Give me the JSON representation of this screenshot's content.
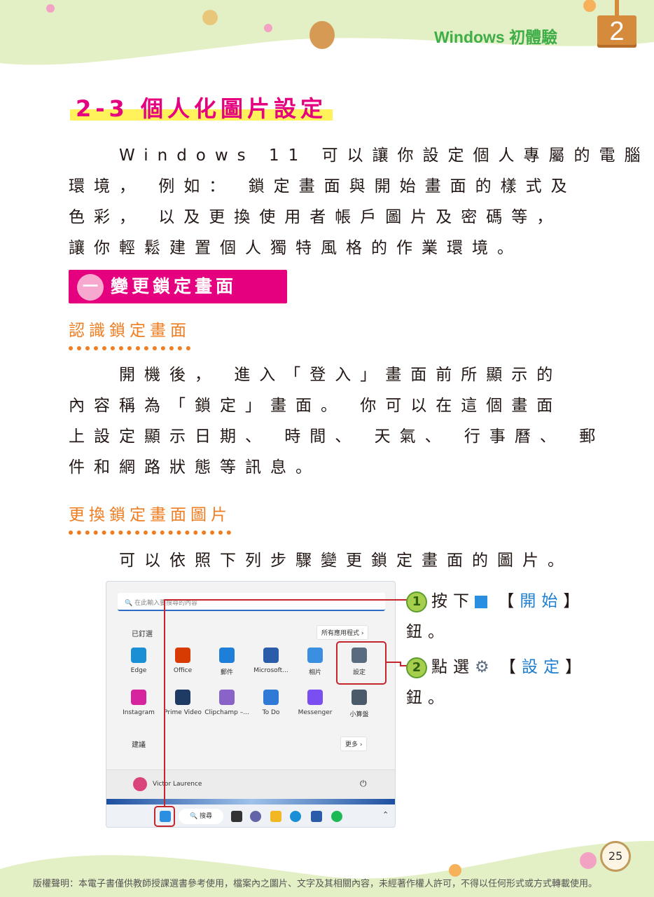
{
  "header": {
    "title": "Windows 初體驗",
    "chapter": "2"
  },
  "section_title": "2-3 個人化圖片設定",
  "intro_lines": [
    "　　Windows 11 可以讓你設定個人專屬的電腦",
    "環境， 例如： 鎖定畫面與開始畫面的樣式及",
    "色彩， 以及更換使用者帳戶圖片及密碼等，",
    "讓你輕鬆建置個人獨特風格的作業環境。"
  ],
  "banner": {
    "number": "一",
    "label": "變更鎖定畫面"
  },
  "sub1": {
    "title": "認識鎖定畫面",
    "lines": [
      "　　開機後， 進入「登入」畫面前所顯示的",
      "內容稱為「鎖定」畫面。 你可以在這個畫面",
      "上設定顯示日期、 時間、 天氣、 行事曆、 郵",
      "件和網路狀態等訊息。"
    ]
  },
  "sub2": {
    "title": "更換鎖定畫面圖片",
    "line": "　　可以依照下列步驟變更鎖定畫面的圖片。"
  },
  "start_menu": {
    "search_placeholder": "在此輸入要搜尋的內容",
    "pinned_label": "已釘選",
    "all_apps": "所有應用程式 ›",
    "apps": [
      {
        "name": "Edge",
        "color": "#1b8fd6"
      },
      {
        "name": "Office",
        "color": "#d83b01"
      },
      {
        "name": "郵件",
        "color": "#1e7fd8"
      },
      {
        "name": "Microsoft...",
        "color": "#2a5caa"
      },
      {
        "name": "相片",
        "color": "#3b8fe0"
      },
      {
        "name": "設定",
        "color": "#5a6b80"
      },
      {
        "name": "Instagram",
        "color": "#d6249f"
      },
      {
        "name": "Prime Video",
        "color": "#1f3b63"
      },
      {
        "name": "Clipchamp –...",
        "color": "#8a63c9"
      },
      {
        "name": "To Do",
        "color": "#2f7ad6"
      },
      {
        "name": "Messenger",
        "color": "#7a4ef0"
      },
      {
        "name": "小算盤",
        "color": "#4a5a6a"
      }
    ],
    "recommended_label": "建議",
    "more": "更多 ›",
    "user": "Victor Laurence",
    "power": "⏻",
    "taskbar_search": "搜尋"
  },
  "steps": [
    {
      "num": "1",
      "text": "按下",
      "icon": "windows-start-icon",
      "bracket_label": "開始",
      "tail": "鈕。"
    },
    {
      "num": "2",
      "text": "點選",
      "icon": "gear-icon",
      "bracket_label": "設定",
      "tail": "鈕。"
    }
  ],
  "footer": {
    "note": "版權聲明：本電子書僅供教師授課選書參考使用，檔案內之圖片、文字及其相關內容，未經著作權人許可，不得以任何形式或方式轉載使用。",
    "page": "25"
  }
}
